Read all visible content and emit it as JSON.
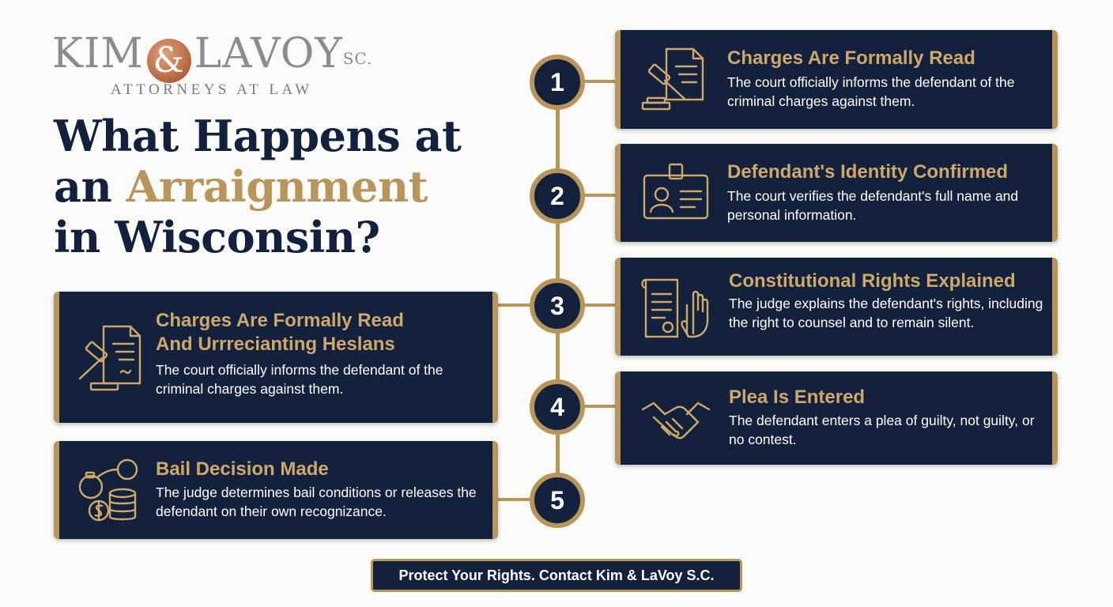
{
  "logo": {
    "name_left": "KIM",
    "ampersand": "&",
    "name_right": "LAVOY",
    "suffix": "SC.",
    "tagline": "ATTORNEYS AT LAW"
  },
  "headline": {
    "line1": "What Happens at",
    "line2_prefix": "an ",
    "line2_highlight": "Arraignment",
    "line3": "in Wisconsin?"
  },
  "steps": [
    {
      "number": "1",
      "title": "Charges Are Formally Read",
      "description": "The court officially informs the defendant of the criminal charges against them.",
      "icon": "gavel-document-icon"
    },
    {
      "number": "2",
      "title": "Defendant's Identity Confirmed",
      "description": "The court verifies the defendant's full name and personal information.",
      "icon": "id-badge-icon"
    },
    {
      "number": "3",
      "title": "Constitutional Rights Explained",
      "description": "The judge explains the defendant's rights, including the right to counsel and to remain silent.",
      "icon": "scroll-raised-hand-icon"
    },
    {
      "number": "4",
      "title": "Plea Is Entered",
      "description": "The defendant enters a plea of guilty, not guilty, or no contest.",
      "icon": "handshake-icon"
    },
    {
      "number": "5",
      "title": "Bail Decision Made",
      "description": "The judge determines bail conditions or releases the defendant on their own recognizance.",
      "icon": "handcuffs-coins-icon"
    }
  ],
  "left_card": {
    "title_line1": "Charges Are Formally Read",
    "title_line2": "And Urrrecianting Heslans",
    "description": "The court officially informs the defendant of the criminal charges against them.",
    "icon": "gavel-document-icon"
  },
  "cta": {
    "label": "Protect Your Rights. Contact Kim & LaVoy S.C."
  },
  "colors": {
    "navy": "#14213d",
    "gold": "#b8955a",
    "title_gold": "#cda86a",
    "logo_gray": "#8c8c8c",
    "logo_copper": "#b4643c"
  }
}
